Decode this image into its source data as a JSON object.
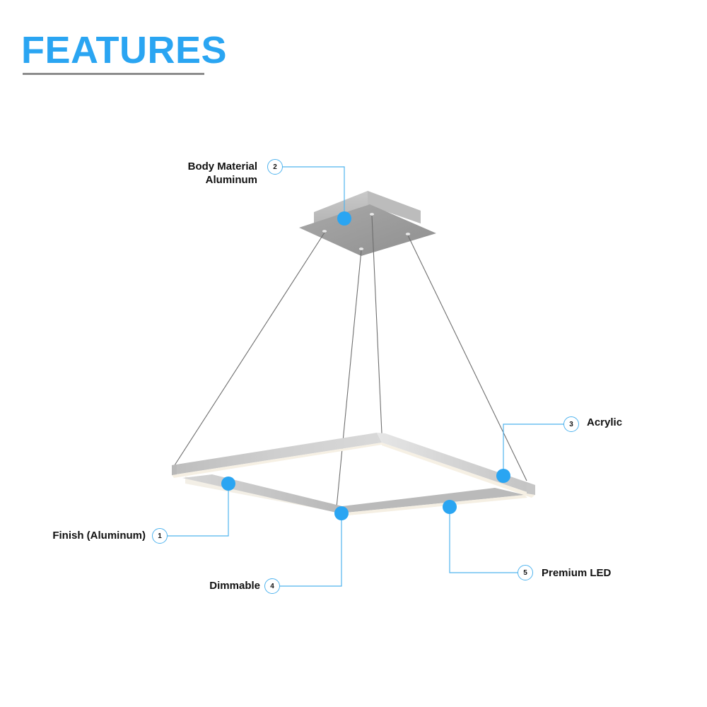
{
  "header": {
    "title": "FEATURES"
  },
  "colors": {
    "accent": "#2aa5f2",
    "underline": "#8c8c8c",
    "callout_line": "#4fb3ee",
    "hotspot": "#2aa5f2",
    "fixture_metal": "#c8c8c8",
    "wire": "#6e6e6e"
  },
  "features": [
    {
      "number": "1",
      "label": "Finish (Aluminum)"
    },
    {
      "number": "2",
      "label_line1": "Body Material",
      "label_line2": "Aluminum"
    },
    {
      "number": "3",
      "label": "Acrylic"
    },
    {
      "number": "4",
      "label": "Dimmable"
    },
    {
      "number": "5",
      "label": "Premium LED"
    }
  ],
  "product": {
    "illustration": "square-ring-led-pendant-light"
  }
}
